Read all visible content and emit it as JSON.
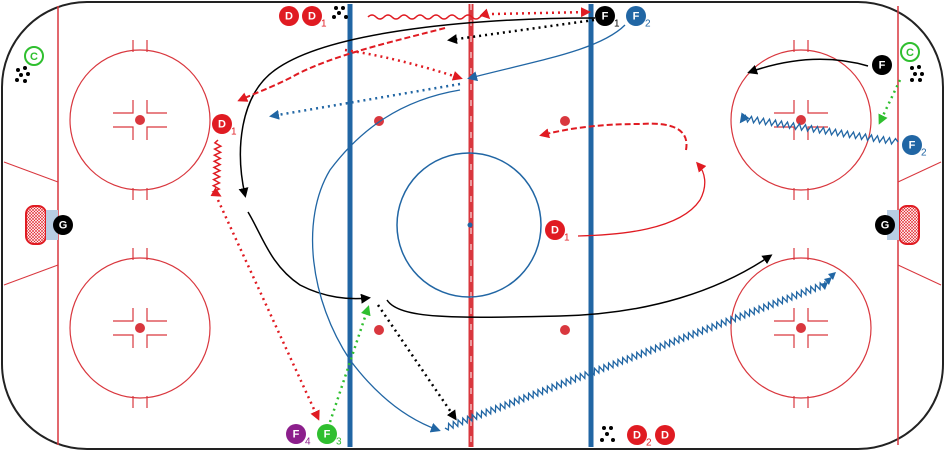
{
  "colors": {
    "red": "#e01b22",
    "blue": "#2166a4",
    "black": "#000000",
    "green": "#2fbf2f",
    "purple": "#8c1f8c",
    "rink_red": "#d9373e",
    "goal_blue": "#b8cde3"
  },
  "players": [
    {
      "id": "d-top-left-a",
      "label": "D",
      "sub": "",
      "color": "red"
    },
    {
      "id": "d-top-left-b",
      "label": "D",
      "sub": "1",
      "color": "red"
    },
    {
      "id": "f1-top",
      "label": "F",
      "sub": "1",
      "color": "black"
    },
    {
      "id": "f2-top",
      "label": "F",
      "sub": "2",
      "color": "blue"
    },
    {
      "id": "d1-left",
      "label": "D",
      "sub": "1",
      "color": "red"
    },
    {
      "id": "d1-center",
      "label": "D",
      "sub": "1",
      "color": "red"
    },
    {
      "id": "f-right",
      "label": "F",
      "sub": "",
      "color": "black"
    },
    {
      "id": "f2-right",
      "label": "F",
      "sub": "2",
      "color": "blue"
    },
    {
      "id": "f4-bottom",
      "label": "F",
      "sub": "4",
      "color": "purple"
    },
    {
      "id": "f3-bottom",
      "label": "F",
      "sub": "3",
      "color": "green"
    },
    {
      "id": "d2-bottom",
      "label": "D",
      "sub": "2",
      "color": "red"
    },
    {
      "id": "d-bottom",
      "label": "D",
      "sub": "",
      "color": "red"
    },
    {
      "id": "goalie-left",
      "label": "G",
      "sub": "",
      "color": "black"
    },
    {
      "id": "goalie-right",
      "label": "G",
      "sub": "",
      "color": "black"
    }
  ],
  "coach_marks": [
    {
      "id": "coach-left",
      "label": "C"
    },
    {
      "id": "coach-right",
      "label": "C"
    }
  ]
}
